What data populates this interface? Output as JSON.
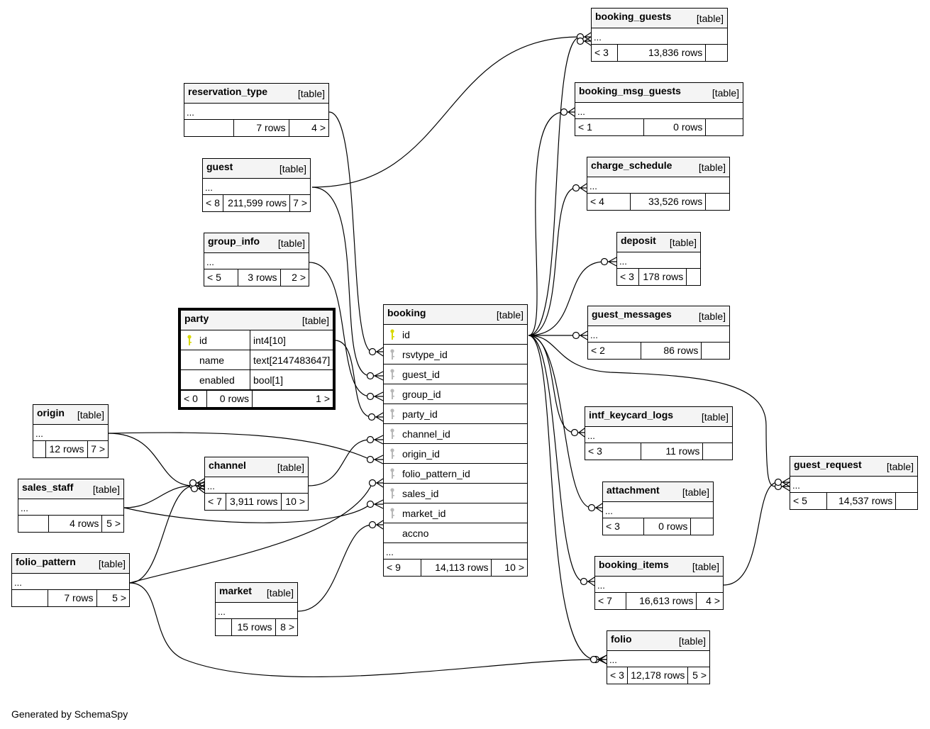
{
  "table_tag": "[table]",
  "more": "...",
  "tables": [
    {
      "name": "booking_guests",
      "footer": [
        "< 3",
        "13,836 rows",
        ""
      ]
    },
    {
      "name": "booking_msg_guests",
      "footer": [
        "< 1",
        "0 rows",
        ""
      ]
    },
    {
      "name": "charge_schedule",
      "footer": [
        "< 4",
        "33,526 rows",
        ""
      ]
    },
    {
      "name": "deposit",
      "footer": [
        "< 3",
        "178 rows",
        ""
      ]
    },
    {
      "name": "guest_messages",
      "footer": [
        "< 2",
        "86 rows",
        ""
      ]
    },
    {
      "name": "intf_keycard_logs",
      "footer": [
        "< 3",
        "11 rows",
        ""
      ]
    },
    {
      "name": "attachment",
      "footer": [
        "< 3",
        "0 rows",
        ""
      ]
    },
    {
      "name": "booking_items",
      "footer": [
        "< 7",
        "16,613 rows",
        "4 >"
      ]
    },
    {
      "name": "folio",
      "footer": [
        "< 3",
        "12,178 rows",
        "5 >"
      ]
    },
    {
      "name": "guest_request",
      "footer": [
        "< 5",
        "14,537 rows",
        ""
      ]
    },
    {
      "name": "reservation_type",
      "footer": [
        "",
        "7 rows",
        "4 >"
      ]
    },
    {
      "name": "guest",
      "footer": [
        "< 8",
        "211,599 rows",
        "7 >"
      ]
    },
    {
      "name": "group_info",
      "footer": [
        "< 5",
        "3 rows",
        "2 >"
      ]
    },
    {
      "name": "origin",
      "footer": [
        "",
        "12 rows",
        "7 >"
      ]
    },
    {
      "name": "channel",
      "footer": [
        "< 7",
        "3,911 rows",
        "10 >"
      ]
    },
    {
      "name": "sales_staff",
      "footer": [
        "",
        "4 rows",
        "5 >"
      ]
    },
    {
      "name": "folio_pattern",
      "footer": [
        "",
        "7 rows",
        "5 >"
      ]
    },
    {
      "name": "market",
      "footer": [
        "",
        "15 rows",
        "8 >"
      ]
    },
    {
      "name": "booking",
      "columns": [
        {
          "name": "id",
          "key": "primary"
        },
        {
          "name": "rsvtype_id",
          "key": "foreign"
        },
        {
          "name": "guest_id",
          "key": "foreign"
        },
        {
          "name": "group_id",
          "key": "foreign"
        },
        {
          "name": "party_id",
          "key": "foreign"
        },
        {
          "name": "channel_id",
          "key": "foreign"
        },
        {
          "name": "origin_id",
          "key": "foreign"
        },
        {
          "name": "folio_pattern_id",
          "key": "foreign"
        },
        {
          "name": "sales_id",
          "key": "foreign"
        },
        {
          "name": "market_id",
          "key": "foreign"
        },
        {
          "name": "accno",
          "key": ""
        }
      ],
      "footer": [
        "< 9",
        "14,113 rows",
        "10 >"
      ]
    },
    {
      "name": "party",
      "focus": true,
      "columns": [
        {
          "name": "id",
          "type": "int4[10]",
          "key": "primary"
        },
        {
          "name": "name",
          "type": "text[2147483647]",
          "key": ""
        },
        {
          "name": "enabled",
          "type": "bool[1]",
          "key": ""
        }
      ],
      "footer": [
        "< 0",
        "0 rows",
        "1 >"
      ]
    }
  ],
  "colors": {
    "primary_key": "#d8d800",
    "foreign_key": "#b8b8b8",
    "header_bg": "#f4f4f4"
  },
  "generated_by": "Generated by SchemaSpy"
}
